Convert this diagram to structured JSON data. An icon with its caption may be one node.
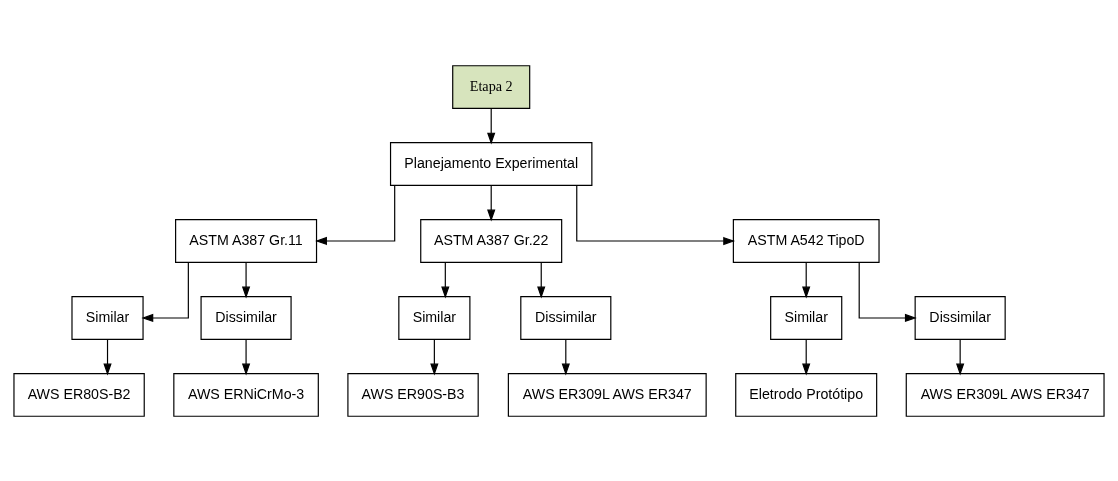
{
  "diagram": {
    "nodes": [
      {
        "text": [
          "Etapa 2"
        ]
      },
      {
        "text": [
          "Planejamento Experimental"
        ]
      },
      {
        "text": [
          "ASTM A387 Gr.11"
        ]
      },
      {
        "text": [
          "ASTM A387 Gr.22"
        ]
      },
      {
        "text": [
          "ASTM A542 TipoD"
        ]
      },
      {
        "text": [
          "Similar"
        ]
      },
      {
        "text": [
          "Dissimilar"
        ]
      },
      {
        "text": [
          "Similar"
        ]
      },
      {
        "text": [
          "Dissimilar"
        ]
      },
      {
        "text": [
          "Similar"
        ]
      },
      {
        "text": [
          "Dissimilar"
        ]
      },
      {
        "text": [
          "AWS ER80S-B2"
        ]
      },
      {
        "text": [
          "AWS ERNiCrMo-3"
        ]
      },
      {
        "text": [
          "AWS ER90S-B3"
        ]
      },
      {
        "text": [
          "AWS ER309L AWS ER347"
        ]
      },
      {
        "text": [
          "Eletrodo Protótipo"
        ]
      },
      {
        "text": [
          "AWS ER309L AWS ER347"
        ]
      }
    ],
    "edges": [
      {
        "from": 0,
        "to": 1,
        "arrow": "to"
      },
      {
        "from": 1,
        "to": 2,
        "arrow": "to"
      },
      {
        "from": 1,
        "to": 3,
        "arrow": "to"
      },
      {
        "from": 1,
        "to": 4,
        "arrow": "to"
      },
      {
        "from": 2,
        "to": 5,
        "arrow": "to"
      },
      {
        "from": 2,
        "to": 6,
        "arrow": "to"
      },
      {
        "from": 3,
        "to": 7,
        "arrow": "to"
      },
      {
        "from": 3,
        "to": 8,
        "arrow": "to"
      },
      {
        "from": 4,
        "to": 9,
        "arrow": "to"
      },
      {
        "from": 4,
        "to": 10,
        "arrow": "to"
      },
      {
        "from": 5,
        "to": 11,
        "arrow": "to"
      },
      {
        "from": 6,
        "to": 12,
        "arrow": "to"
      },
      {
        "from": 7,
        "to": 13,
        "arrow": "to"
      },
      {
        "from": 8,
        "to": 14,
        "arrow": "to"
      },
      {
        "from": 9,
        "to": 15,
        "arrow": "to"
      },
      {
        "from": 10,
        "to": 16,
        "arrow": "to"
      }
    ]
  }
}
